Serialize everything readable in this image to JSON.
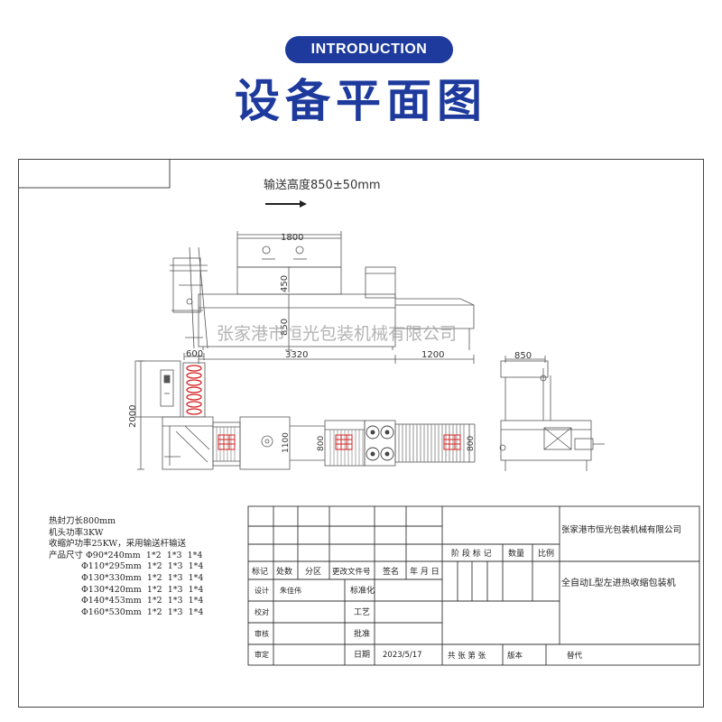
{
  "header": {
    "badge": "INTRODUCTION",
    "title": "设备平面图"
  },
  "drawing": {
    "conveyor_height": "输送高度850±50mm",
    "watermark": "张家港市恒光包装机械有限公司",
    "dims": {
      "top_width": "1800",
      "upper_height": "450",
      "body_height": "850",
      "length_main": "3320",
      "length_out": "1200",
      "side_width": "850",
      "feed_width": "600",
      "feed_length": "2000",
      "d1100": "1100",
      "d800a": "800",
      "d800b": "800"
    }
  },
  "specs": {
    "lines": [
      "热封刀长800mm",
      "机头功率3KW",
      "收缩炉功率25KW，采用输送杆输送",
      "产品尺寸 Φ90*240mm  1*2  1*3  1*4"
    ],
    "indented": [
      "Φ110*295mm  1*2  1*3  1*4",
      "Φ130*330mm  1*2  1*3  1*4",
      "Φ130*420mm  1*2  1*3  1*4",
      "Φ140*453mm  1*2  1*3  1*4",
      "Φ160*530mm  1*2  1*3  1*4"
    ]
  },
  "title_block": {
    "company": "张家港市恒光包装机械有限公司",
    "product": "全自动L型左进热收缩包装机",
    "row_headers": [
      "标记",
      "处数",
      "分区",
      "更改文件号",
      "签名",
      "年 月 日"
    ],
    "stage_headers": [
      "阶 段 标 记",
      "数量",
      "比例"
    ],
    "roles": [
      "设计",
      "校对",
      "审核",
      "审定"
    ],
    "designer": "朱佳伟",
    "approvals": [
      "标准化",
      "工艺",
      "批准",
      "日期"
    ],
    "date": "2023/5/17",
    "sheet_info": "共  张  第  张",
    "version": "版本",
    "replace": "替代"
  }
}
